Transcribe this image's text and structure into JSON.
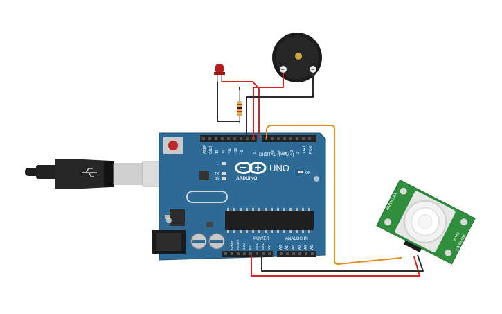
{
  "board": {
    "brand": "UNO",
    "maker": "ARDUINO",
    "digital_header": "DIGITAL (PWM~)",
    "analog_header": "ANALOG IN",
    "power_header": "POWER",
    "on_label": "ON",
    "led_l": "L",
    "led_tx": "TX",
    "led_rx": "RX",
    "top_pins": [
      "AREF",
      "GND",
      "13",
      "12",
      "~11",
      "~10",
      "~9",
      "8",
      "7",
      "~6",
      "~5",
      "4",
      "~3",
      "2",
      "TX▸1",
      "RX◂0"
    ],
    "power_pins": [
      "IOREF",
      "RESET",
      "3.3V",
      "5V",
      "GND",
      "GND",
      "Vin"
    ],
    "analog_pins": [
      "A0",
      "A1",
      "A2",
      "A3",
      "A4",
      "A5"
    ]
  },
  "buzzer": {
    "plus": "+",
    "minus": "−"
  },
  "pir": {
    "text_a": "PARALLAX",
    "text_b": "555-28027",
    "text_c": "Rev B"
  },
  "colors": {
    "board": "#2e6a96",
    "wire_red": "#d8231f",
    "wire_black": "#2b2b2b",
    "wire_orange": "#e88a1a",
    "pir_pcb": "#2f8f3c"
  }
}
